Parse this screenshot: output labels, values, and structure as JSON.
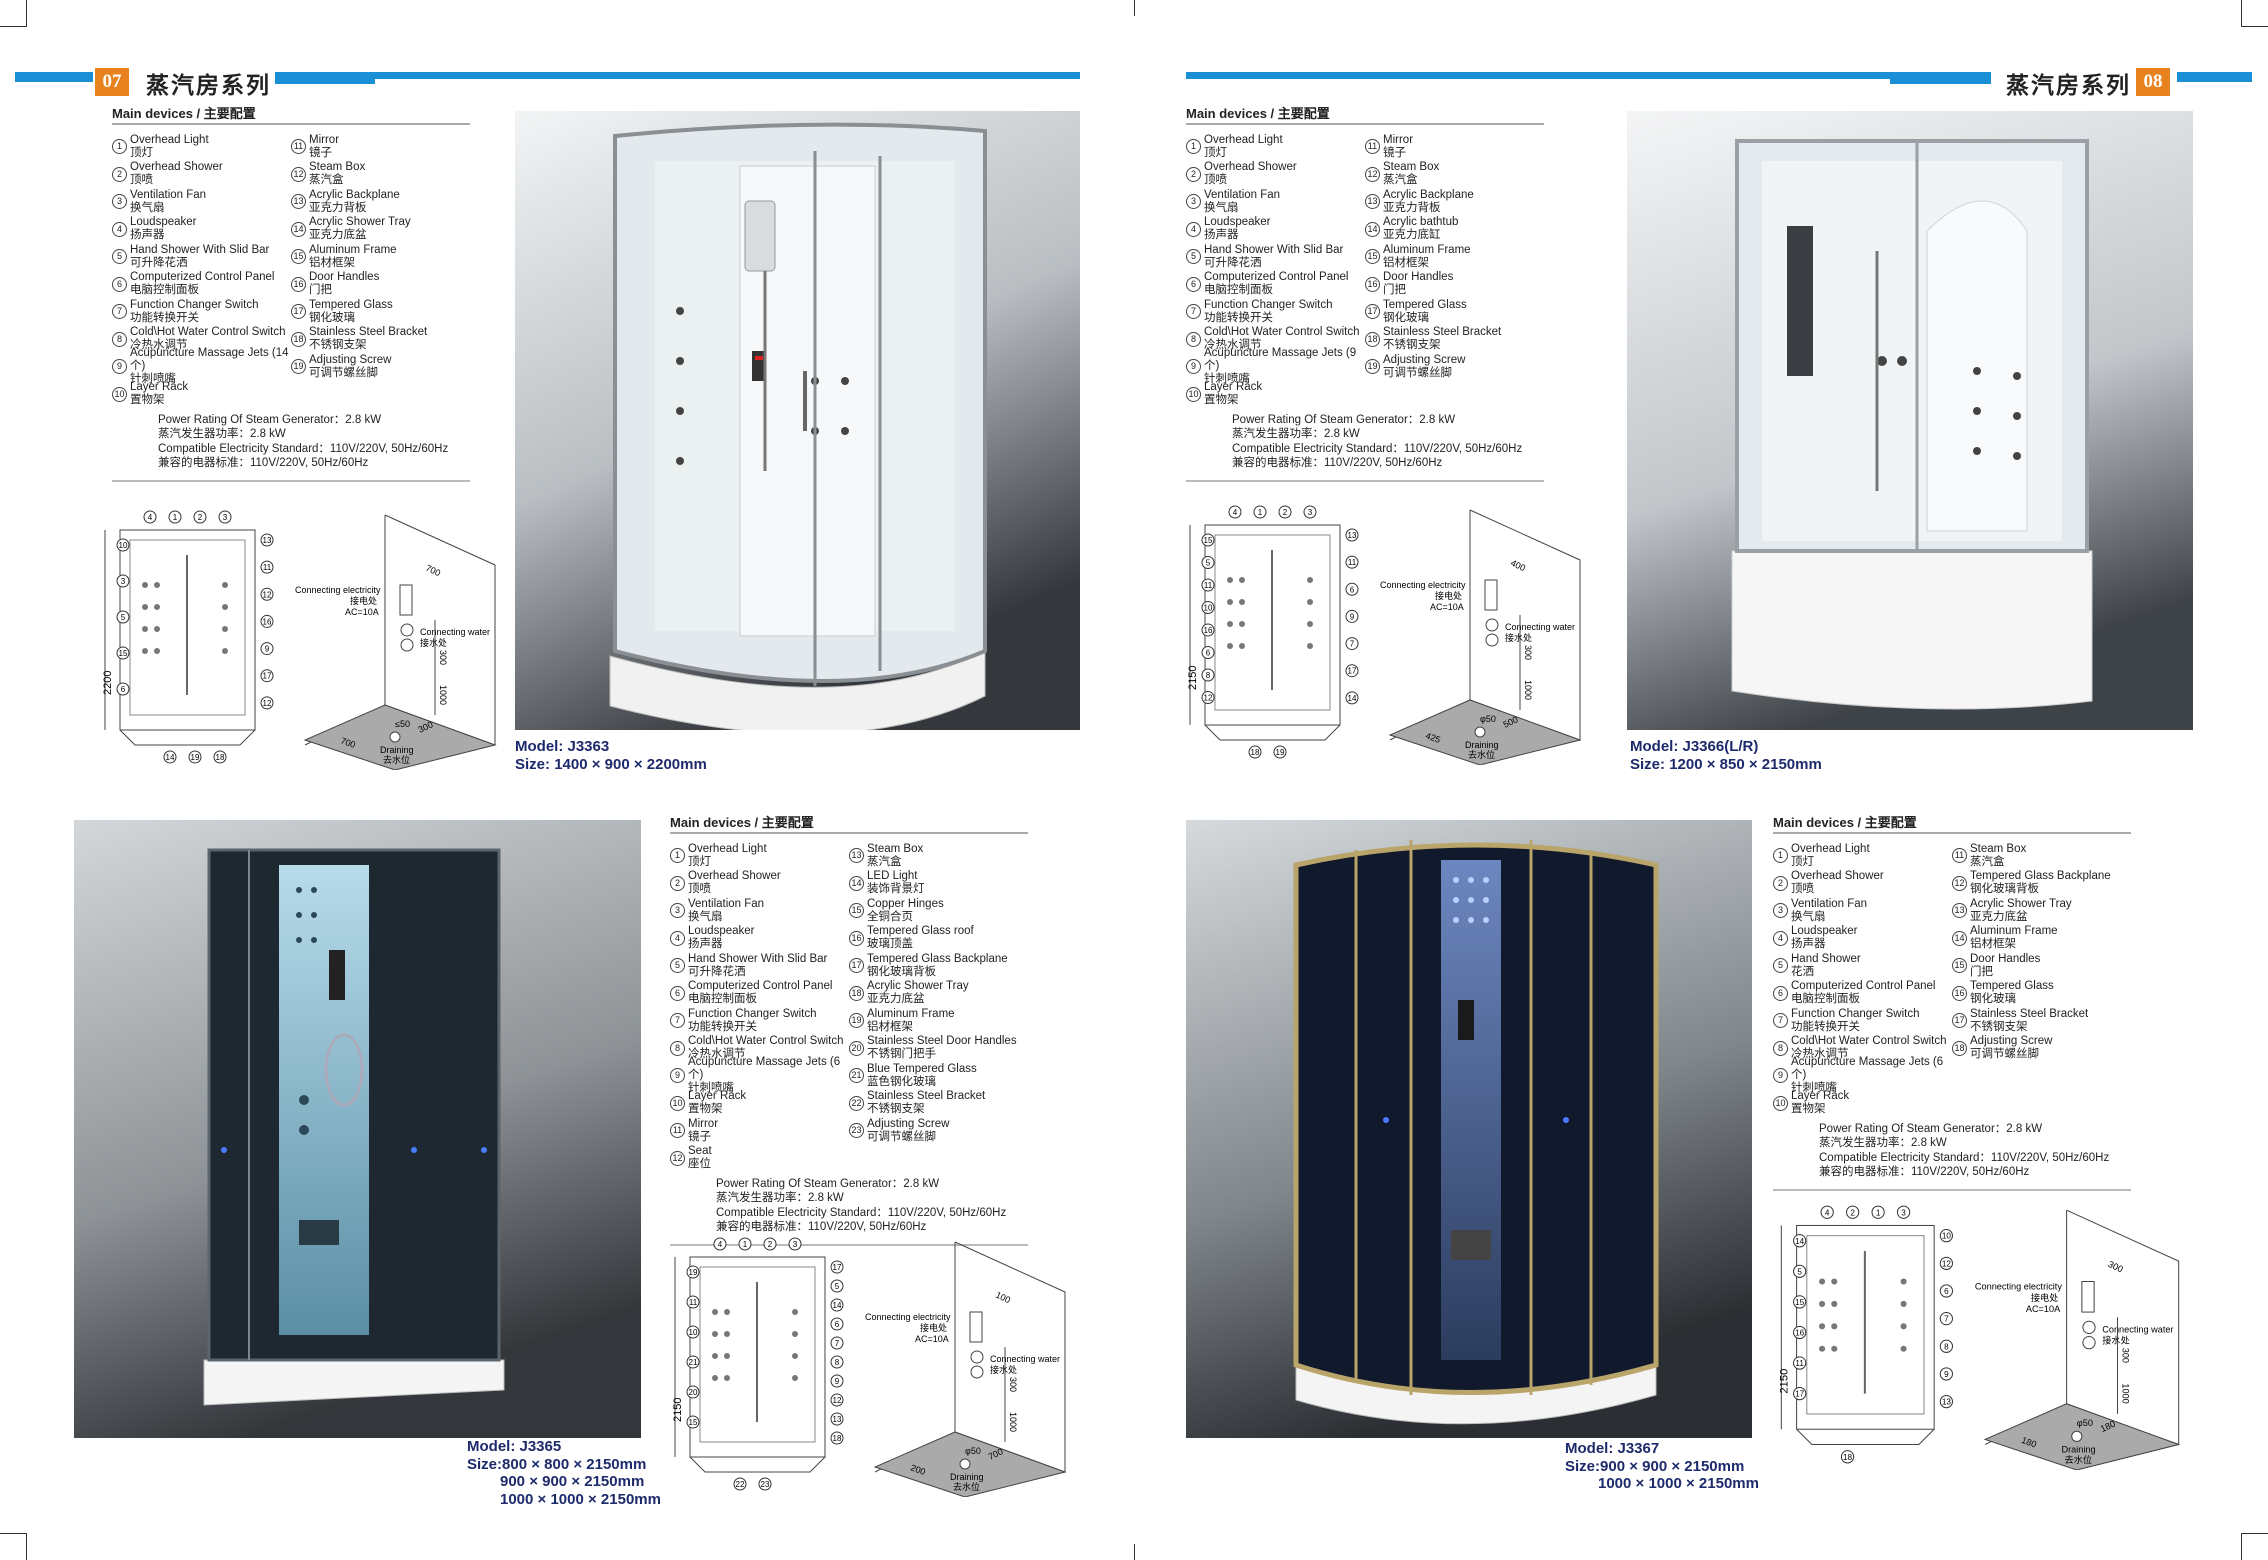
{
  "pages": {
    "left": {
      "number": "07",
      "title": "蒸汽房系列"
    },
    "right": {
      "number": "08",
      "title": "蒸汽房系列"
    }
  },
  "colors": {
    "accent_blue": "#1a8fd6",
    "badge_orange": "#e8821e",
    "model_navy": "#1d2a6b"
  },
  "labels": {
    "model_prefix": "Model:",
    "size_prefix": "Size:"
  },
  "products": [
    {
      "model": "J3363",
      "sizes": [
        "1400 × 900 × 2200mm"
      ],
      "specs": {
        "heading": "Main devices / 主要配置",
        "items": [
          {
            "n": "1",
            "en": "Overhead Light",
            "zh": "顶灯"
          },
          {
            "n": "2",
            "en": "Overhead Shower",
            "zh": "顶喷"
          },
          {
            "n": "3",
            "en": "Ventilation Fan",
            "zh": "换气扇"
          },
          {
            "n": "4",
            "en": "Loudspeaker",
            "zh": "扬声器"
          },
          {
            "n": "5",
            "en": "Hand Shower With Slid Bar",
            "zh": "可升降花洒"
          },
          {
            "n": "6",
            "en": "Computerized Control Panel",
            "zh": "电脑控制面板"
          },
          {
            "n": "7",
            "en": "Function Changer Switch",
            "zh": "功能转换开关"
          },
          {
            "n": "8",
            "en": "Cold\\Hot Water Control Switch",
            "zh": "冷热水调节"
          },
          {
            "n": "9",
            "en": "Acupuncture Massage Jets (14个)",
            "zh": "针刺喷嘴"
          },
          {
            "n": "10",
            "en": "Layer Rack",
            "zh": "置物架"
          },
          {
            "n": "11",
            "en": "Mirror",
            "zh": "镜子"
          },
          {
            "n": "12",
            "en": "Steam Box",
            "zh": "蒸汽盒"
          },
          {
            "n": "13",
            "en": "Acrylic Backplane",
            "zh": "亚克力背板"
          },
          {
            "n": "14",
            "en": "Acrylic Shower Tray",
            "zh": "亚克力底盆"
          },
          {
            "n": "15",
            "en": "Aluminum Frame",
            "zh": "铝材框架"
          },
          {
            "n": "16",
            "en": "Door Handles",
            "zh": "门把"
          },
          {
            "n": "17",
            "en": "Tempered Glass",
            "zh": "钢化玻璃"
          },
          {
            "n": "18",
            "en": "Stainless Steel Bracket",
            "zh": "不锈钢支架"
          },
          {
            "n": "19",
            "en": "Adjusting Screw",
            "zh": "可调节螺丝脚"
          }
        ],
        "power_en": "Power Rating Of Steam Generator：2.8 kW",
        "power_zh": "蒸汽发生器功率：2.8 kW",
        "elec_en": "Compatible Electricity Standard：110V/220V, 50Hz/60Hz",
        "elec_zh": "兼容的电器标准：110V/220V, 50Hz/60Hz"
      },
      "diagram": {
        "height": "2200",
        "callouts_top": [
          "4",
          "1",
          "2",
          "3"
        ],
        "callouts_left": [
          "10",
          "3",
          "5",
          "15",
          "6"
        ],
        "callouts_right": [
          "13",
          "11",
          "12",
          "16",
          "9",
          "17",
          "12"
        ],
        "callouts_bottom": [
          "14",
          "19",
          "18"
        ],
        "elec_en": "Connecting electricity",
        "elec_zh": "接电处",
        "ac": "AC=10A",
        "water_en": "Connecting water",
        "water_zh": "接水处",
        "drain_en": "Draining",
        "drain_zh": "去水位",
        "dim_wall": "700",
        "dim_gap": "300",
        "dim_floor": "1000",
        "dim_a": "700",
        "dim_b": "300",
        "dim_drain": "≤50"
      }
    },
    {
      "model": "J3366(L/R)",
      "sizes": [
        "1200 × 850 × 2150mm"
      ],
      "specs": {
        "heading": "Main devices / 主要配置",
        "items": [
          {
            "n": "1",
            "en": "Overhead Light",
            "zh": "顶灯"
          },
          {
            "n": "2",
            "en": "Overhead Shower",
            "zh": "顶喷"
          },
          {
            "n": "3",
            "en": "Ventilation Fan",
            "zh": "换气扇"
          },
          {
            "n": "4",
            "en": "Loudspeaker",
            "zh": "扬声器"
          },
          {
            "n": "5",
            "en": "Hand Shower With Slid Bar",
            "zh": "可升降花洒"
          },
          {
            "n": "6",
            "en": "Computerized Control Panel",
            "zh": "电脑控制面板"
          },
          {
            "n": "7",
            "en": "Function Changer Switch",
            "zh": "功能转换开关"
          },
          {
            "n": "8",
            "en": "Cold\\Hot Water Control Switch",
            "zh": "冷热水调节"
          },
          {
            "n": "9",
            "en": "Acupuncture Massage Jets (9个)",
            "zh": "针刺喷嘴"
          },
          {
            "n": "10",
            "en": "Layer Rack",
            "zh": "置物架"
          },
          {
            "n": "11",
            "en": "Mirror",
            "zh": "镜子"
          },
          {
            "n": "12",
            "en": "Steam Box",
            "zh": "蒸汽盒"
          },
          {
            "n": "13",
            "en": "Acrylic Backplane",
            "zh": "亚克力背板"
          },
          {
            "n": "14",
            "en": "Acrylic bathtub",
            "zh": "亚克力底缸"
          },
          {
            "n": "15",
            "en": "Aluminum Frame",
            "zh": "铝材框架"
          },
          {
            "n": "16",
            "en": "Door Handles",
            "zh": "门把"
          },
          {
            "n": "17",
            "en": "Tempered Glass",
            "zh": "钢化玻璃"
          },
          {
            "n": "18",
            "en": "Stainless Steel Bracket",
            "zh": "不锈钢支架"
          },
          {
            "n": "19",
            "en": "Adjusting Screw",
            "zh": "可调节螺丝脚"
          }
        ],
        "power_en": "Power Rating Of Steam Generator：2.8 kW",
        "power_zh": "蒸汽发生器功率：2.8 kW",
        "elec_en": "Compatible Electricity Standard：110V/220V, 50Hz/60Hz",
        "elec_zh": "兼容的电器标准：110V/220V, 50Hz/60Hz"
      },
      "diagram": {
        "height": "2150",
        "callouts_top": [
          "4",
          "1",
          "2",
          "3"
        ],
        "callouts_left": [
          "15",
          "5",
          "11",
          "10",
          "16",
          "6",
          "8",
          "12"
        ],
        "callouts_right": [
          "13",
          "11",
          "6",
          "9",
          "7",
          "17",
          "14"
        ],
        "callouts_bottom": [
          "18",
          "19"
        ],
        "elec_en": "Connecting electricity",
        "elec_zh": "接电处",
        "ac": "AC=10A",
        "water_en": "Connecting water",
        "water_zh": "接水处",
        "drain_en": "Draining",
        "drain_zh": "去水位",
        "dim_wall": "400",
        "dim_gap": "300",
        "dim_floor": "1000",
        "dim_a": "425",
        "dim_b": "500",
        "dim_drain": "φ50"
      }
    },
    {
      "model": "J3365",
      "sizes": [
        "800 × 800 × 2150mm",
        "900 × 900 × 2150mm",
        "1000 × 1000 × 2150mm"
      ],
      "specs": {
        "heading": "Main devices / 主要配置",
        "items": [
          {
            "n": "1",
            "en": "Overhead Light",
            "zh": "顶灯"
          },
          {
            "n": "2",
            "en": "Overhead Shower",
            "zh": "顶喷"
          },
          {
            "n": "3",
            "en": "Ventilation Fan",
            "zh": "换气扇"
          },
          {
            "n": "4",
            "en": "Loudspeaker",
            "zh": "扬声器"
          },
          {
            "n": "5",
            "en": "Hand Shower With Slid Bar",
            "zh": "可升降花洒"
          },
          {
            "n": "6",
            "en": "Computerized Control Panel",
            "zh": "电脑控制面板"
          },
          {
            "n": "7",
            "en": "Function Changer Switch",
            "zh": "功能转换开关"
          },
          {
            "n": "8",
            "en": "Cold\\Hot Water Control Switch",
            "zh": "冷热水调节"
          },
          {
            "n": "9",
            "en": "Acupuncture Massage Jets (6个)",
            "zh": "针刺喷嘴"
          },
          {
            "n": "10",
            "en": "Layer Rack",
            "zh": "置物架"
          },
          {
            "n": "11",
            "en": "Mirror",
            "zh": "镜子"
          },
          {
            "n": "12",
            "en": "Seat",
            "zh": "座位"
          },
          {
            "n": "13",
            "en": "Steam Box",
            "zh": "蒸汽盒"
          },
          {
            "n": "14",
            "en": "LED Light",
            "zh": "装饰背景灯"
          },
          {
            "n": "15",
            "en": "Copper Hinges",
            "zh": "全铜合页"
          },
          {
            "n": "16",
            "en": "Tempered Glass roof",
            "zh": "玻璃顶盖"
          },
          {
            "n": "17",
            "en": "Tempered Glass Backplane",
            "zh": "钢化玻璃背板"
          },
          {
            "n": "18",
            "en": "Acrylic Shower Tray",
            "zh": "亚克力底盆"
          },
          {
            "n": "19",
            "en": "Aluminum Frame",
            "zh": "铝材框架"
          },
          {
            "n": "20",
            "en": "Stainless Steel Door Handles",
            "zh": "不锈钢门把手"
          },
          {
            "n": "21",
            "en": "Blue Tempered Glass",
            "zh": "蓝色钢化玻璃"
          },
          {
            "n": "22",
            "en": "Stainless Steel Bracket",
            "zh": "不锈钢支架"
          },
          {
            "n": "23",
            "en": "Adjusting Screw",
            "zh": "可调节螺丝脚"
          }
        ],
        "power_en": "Power Rating Of Steam Generator：2.8 kW",
        "power_zh": "蒸汽发生器功率：2.8 kW",
        "elec_en": "Compatible Electricity Standard：110V/220V, 50Hz/60Hz",
        "elec_zh": "兼容的电器标准：110V/220V, 50Hz/60Hz"
      },
      "diagram": {
        "height": "2150",
        "callouts_top": [
          "4",
          "1",
          "2",
          "3"
        ],
        "callouts_left": [
          "19",
          "11",
          "10",
          "21",
          "20",
          "15"
        ],
        "callouts_right": [
          "17",
          "5",
          "14",
          "6",
          "7",
          "8",
          "9",
          "12",
          "13",
          "18"
        ],
        "callouts_bottom": [
          "22",
          "23"
        ],
        "elec_en": "Connecting electricity",
        "elec_zh": "接电处",
        "ac": "AC=10A",
        "water_en": "Connecting water",
        "water_zh": "接水处",
        "drain_en": "Draining",
        "drain_zh": "去水位",
        "dim_wall": "100",
        "dim_gap": "300",
        "dim_floor": "1000",
        "dim_a": "200",
        "dim_b": "700",
        "dim_drain": "φ50"
      }
    },
    {
      "model": "J3367",
      "sizes": [
        "900 × 900 × 2150mm",
        "1000 × 1000 × 2150mm"
      ],
      "specs": {
        "heading": "Main devices / 主要配置",
        "items": [
          {
            "n": "1",
            "en": "Overhead Light",
            "zh": "顶灯"
          },
          {
            "n": "2",
            "en": "Overhead Shower",
            "zh": "顶喷"
          },
          {
            "n": "3",
            "en": "Ventilation Fan",
            "zh": "换气扇"
          },
          {
            "n": "4",
            "en": "Loudspeaker",
            "zh": "扬声器"
          },
          {
            "n": "5",
            "en": "Hand Shower",
            "zh": "花洒"
          },
          {
            "n": "6",
            "en": "Computerized Control Panel",
            "zh": "电脑控制面板"
          },
          {
            "n": "7",
            "en": "Function Changer Switch",
            "zh": "功能转换开关"
          },
          {
            "n": "8",
            "en": "Cold\\Hot Water Control Switch",
            "zh": "冷热水调节"
          },
          {
            "n": "9",
            "en": "Acupuncture Massage Jets (6个)",
            "zh": "针刺喷嘴"
          },
          {
            "n": "10",
            "en": "Layer Rack",
            "zh": "置物架"
          },
          {
            "n": "11",
            "en": "Steam Box",
            "zh": "蒸汽盒"
          },
          {
            "n": "12",
            "en": "Tempered Glass Backplane",
            "zh": "钢化玻璃背板"
          },
          {
            "n": "13",
            "en": "Acrylic Shower Tray",
            "zh": "亚克力底盆"
          },
          {
            "n": "14",
            "en": "Aluminum Frame",
            "zh": "铝材框架"
          },
          {
            "n": "15",
            "en": "Door Handles",
            "zh": "门把"
          },
          {
            "n": "16",
            "en": "Tempered Glass",
            "zh": "钢化玻璃"
          },
          {
            "n": "17",
            "en": "Stainless Steel Bracket",
            "zh": "不锈钢支架"
          },
          {
            "n": "18",
            "en": "Adjusting Screw",
            "zh": "可调节螺丝脚"
          }
        ],
        "power_en": "Power Rating Of Steam Generator：2.8 kW",
        "power_zh": "蒸汽发生器功率：2.8 kW",
        "elec_en": "Compatible Electricity Standard：110V/220V, 50Hz/60Hz",
        "elec_zh": "兼容的电器标准：110V/220V, 50Hz/60Hz"
      },
      "diagram": {
        "height": "2150",
        "callouts_top": [
          "4",
          "2",
          "1",
          "3"
        ],
        "callouts_left": [
          "14",
          "5",
          "15",
          "16",
          "11",
          "17"
        ],
        "callouts_right": [
          "10",
          "12",
          "6",
          "7",
          "8",
          "9",
          "13"
        ],
        "callouts_bottom": [
          "18"
        ],
        "elec_en": "Connecting electricity",
        "elec_zh": "接电处",
        "ac": "AC=10A",
        "water_en": "Connecting water",
        "water_zh": "接水处",
        "drain_en": "Draining",
        "drain_zh": "去水位",
        "dim_wall": "300",
        "dim_gap": "300",
        "dim_floor": "1000",
        "dim_a": "180",
        "dim_b": "180",
        "dim_drain": "φ50"
      }
    }
  ]
}
